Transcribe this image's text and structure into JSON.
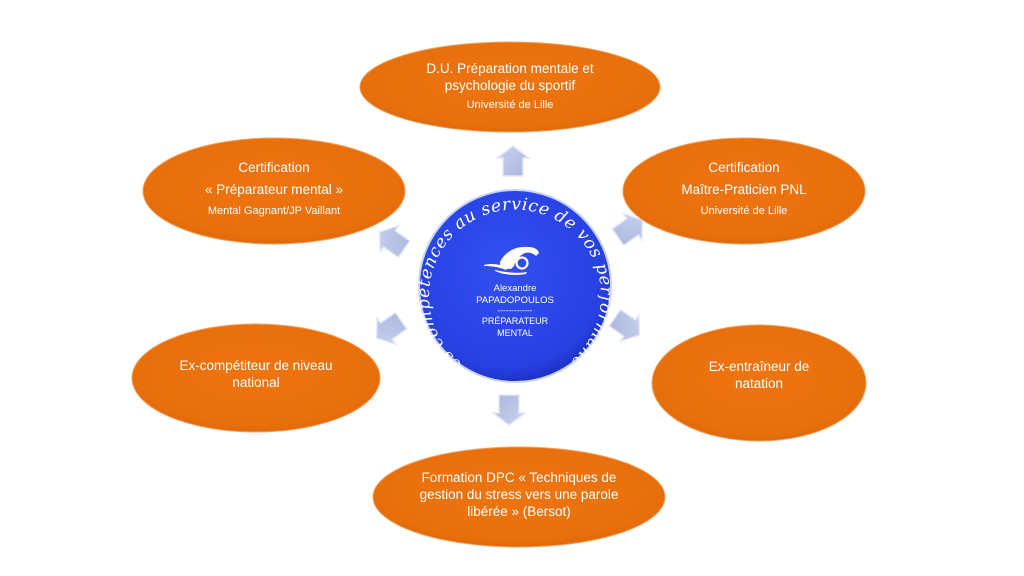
{
  "diagram": {
    "title": "Mes compétences au service de vos performances",
    "colors": {
      "node_fill": "#E8700B",
      "node_fill_light": "#F58A2A",
      "center_fill": "#2B44E6",
      "center_rim": "#1830C8",
      "arrow_fill": "#B7C3E4",
      "arrow_edge": "#DCE3F3",
      "text": "#FFFFFF"
    },
    "center": {
      "ring_text": "Mes compétences au service de vos performances",
      "icon": "swimmer-icon",
      "first_name": "Alexandre",
      "last_name": "PAPADOPOULOS",
      "separator": "-------------",
      "role_line1": "PRÉPARATEUR",
      "role_line2": "MENTAL"
    },
    "nodes": [
      {
        "id": "du-preparation-mentale",
        "position": "top",
        "lines": [
          "D.U. Préparation mentale et",
          "psychologie du sportif"
        ],
        "sub": "Université de Lille"
      },
      {
        "id": "certification-pnl",
        "position": "top-right",
        "lines": [
          "Certification",
          "Maître-Praticien PNL"
        ],
        "sub": "Université de Lille"
      },
      {
        "id": "ex-entraineur",
        "position": "bottom-right",
        "lines": [
          "Ex-entraîneur de",
          "natation"
        ],
        "sub": ""
      },
      {
        "id": "formation-dpc",
        "position": "bottom",
        "lines": [
          "Formation DPC « Techniques de",
          "gestion du stress vers une parole",
          "libérée » (Bersot)"
        ],
        "sub": ""
      },
      {
        "id": "ex-competiteur",
        "position": "bottom-left",
        "lines": [
          "Ex-compétiteur de niveau",
          "national"
        ],
        "sub": ""
      },
      {
        "id": "certification-preparateur",
        "position": "top-left",
        "lines": [
          "Certification",
          "« Préparateur mental »"
        ],
        "sub": "Mental Gagnant/JP Vaillant"
      }
    ],
    "arrows": [
      {
        "direction": "up",
        "target": "du-preparation-mentale"
      },
      {
        "direction": "up-right",
        "target": "certification-pnl"
      },
      {
        "direction": "down-right",
        "target": "ex-entraineur"
      },
      {
        "direction": "down",
        "target": "formation-dpc"
      },
      {
        "direction": "down-left",
        "target": "ex-competiteur"
      },
      {
        "direction": "up-left",
        "target": "certification-preparateur"
      }
    ]
  }
}
